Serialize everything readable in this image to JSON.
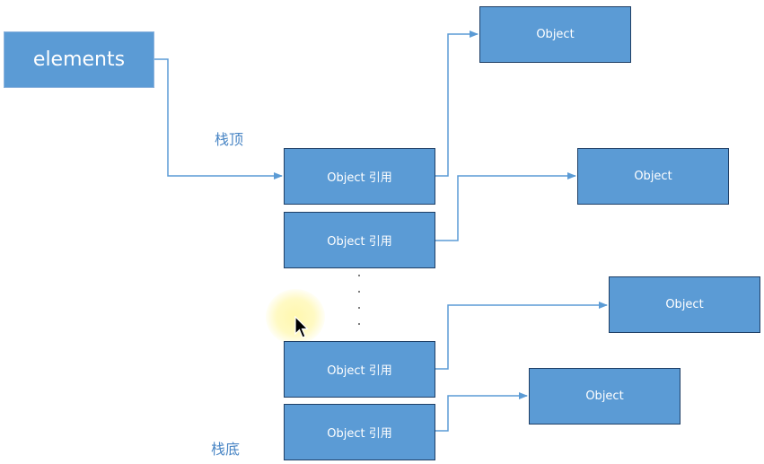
{
  "elements_label": "elements",
  "stack_top_label": "栈顶",
  "stack_bottom_label": "栈底",
  "stack": [
    {
      "label": "Object 引用"
    },
    {
      "label": "Object 引用"
    },
    {
      "label": "Object 引用"
    },
    {
      "label": "Object 引用"
    }
  ],
  "objects": [
    {
      "label": "Object"
    },
    {
      "label": "Object"
    },
    {
      "label": "Object"
    },
    {
      "label": "Object"
    }
  ],
  "colors": {
    "box_fill": "#5b9bd5",
    "connector": "#5b9bd5",
    "label_text": "#4a86c5"
  }
}
